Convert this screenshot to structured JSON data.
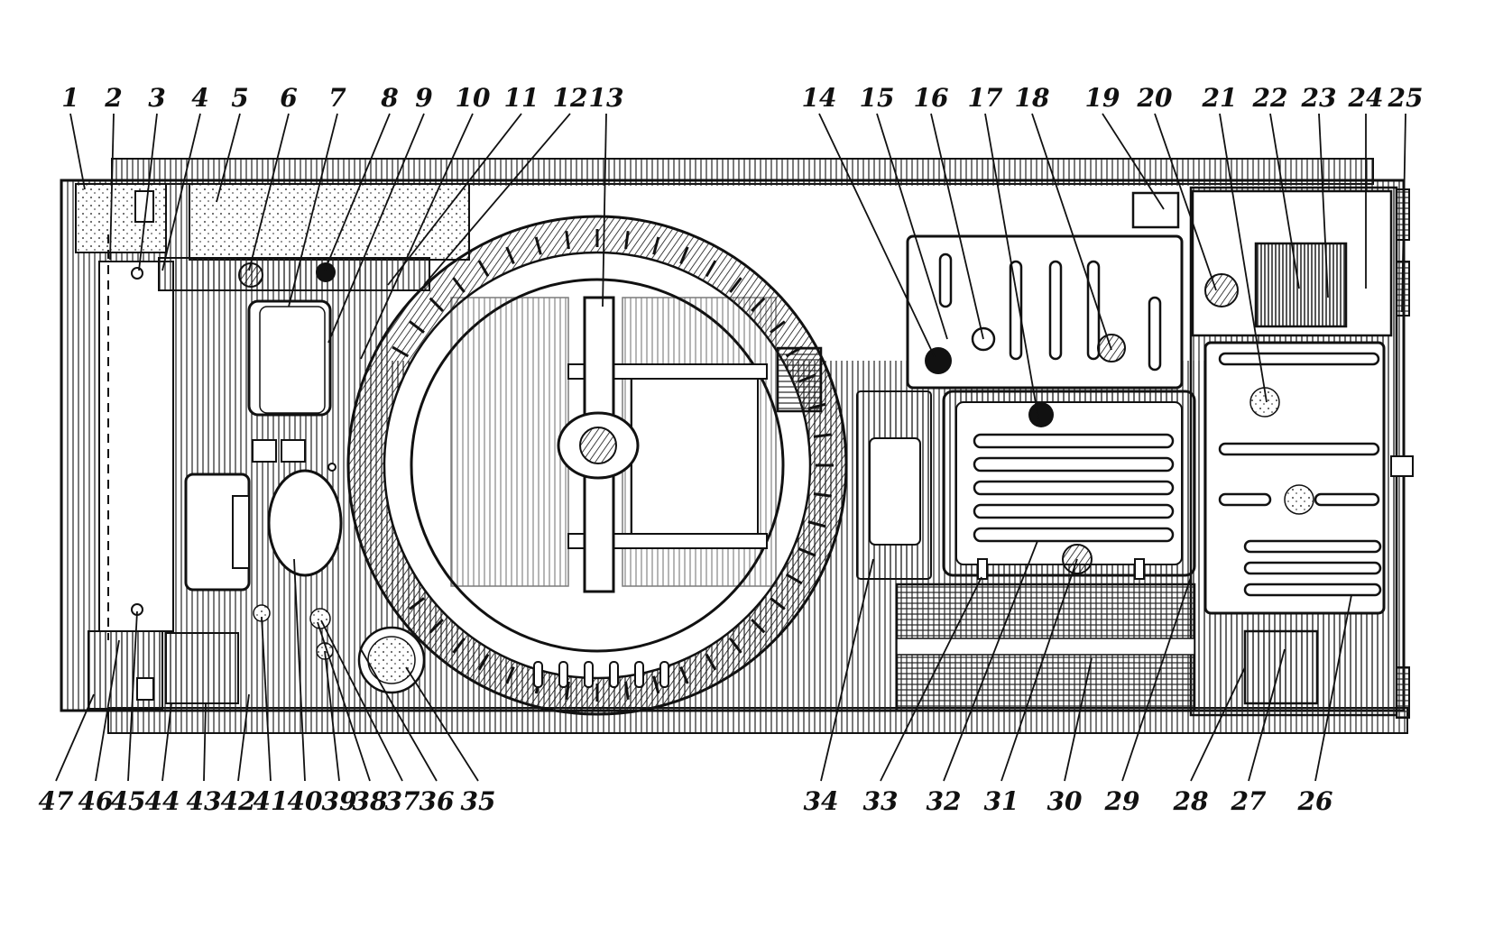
{
  "diagram": {
    "top_callouts": [
      "1",
      "2",
      "3",
      "4",
      "5",
      "6",
      "7",
      "8",
      "9",
      "10",
      "11",
      "12",
      "13",
      "14",
      "15",
      "16",
      "17",
      "18",
      "19",
      "20",
      "21",
      "22",
      "23",
      "24",
      "25"
    ],
    "bottom_callouts": [
      "47",
      "46",
      "45",
      "44",
      "43",
      "42",
      "41",
      "40",
      "39",
      "38",
      "37",
      "36",
      "35",
      "34",
      "33",
      "32",
      "31",
      "30",
      "29",
      "28",
      "27",
      "26"
    ]
  },
  "colors": {
    "ink": "#111111",
    "paper": "#ffffff"
  }
}
